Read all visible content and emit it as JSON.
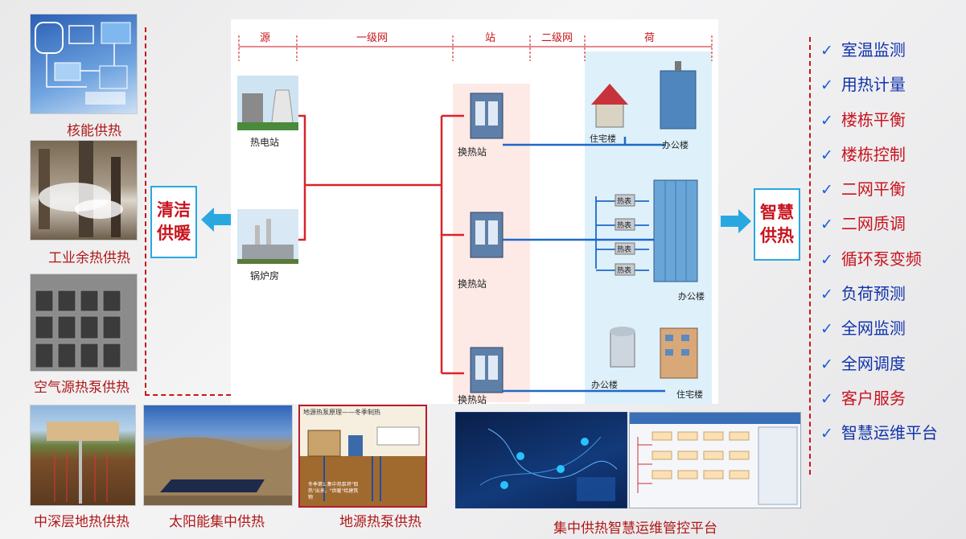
{
  "sources": {
    "nuclear": "核能供热",
    "industrial": "工业余热供热",
    "air_source": "空气源热泵供热",
    "geothermal": "中深层地热供热",
    "solar": "太阳能集中供热",
    "ground_source": "地源热泵供热"
  },
  "left_box": {
    "line1": "清洁",
    "line2": "供暖"
  },
  "right_box": {
    "line1": "智慧",
    "line2": "供热"
  },
  "diagram": {
    "segments": [
      "源",
      "一级网",
      "站",
      "二级网",
      "荷"
    ],
    "plant_labels": [
      "热电站",
      "锅炉房"
    ],
    "station_label": "换热站",
    "residential": "住宅楼",
    "office": "办公楼",
    "meter": "热表"
  },
  "ground_source_panel": {
    "title": "地源热泵原理——冬季制热",
    "note": "冬季第1.集中热泵将\"取热\"出来，\"供暖\"给建筑物"
  },
  "platform_caption": "集中供热智慧运维管控平台",
  "features": [
    {
      "label": "室温监测",
      "color": "blue"
    },
    {
      "label": "用热计量",
      "color": "blue"
    },
    {
      "label": "楼栋平衡",
      "color": "red"
    },
    {
      "label": "楼栋控制",
      "color": "red"
    },
    {
      "label": "二网平衡",
      "color": "red"
    },
    {
      "label": "二网质调",
      "color": "red"
    },
    {
      "label": "循环泵变频",
      "color": "red"
    },
    {
      "label": "负荷预测",
      "color": "blue"
    },
    {
      "label": "全网监测",
      "color": "blue"
    },
    {
      "label": "全网调度",
      "color": "blue"
    },
    {
      "label": "客户服务",
      "color": "red"
    },
    {
      "label": "智慧运维平台",
      "color": "blue"
    }
  ]
}
